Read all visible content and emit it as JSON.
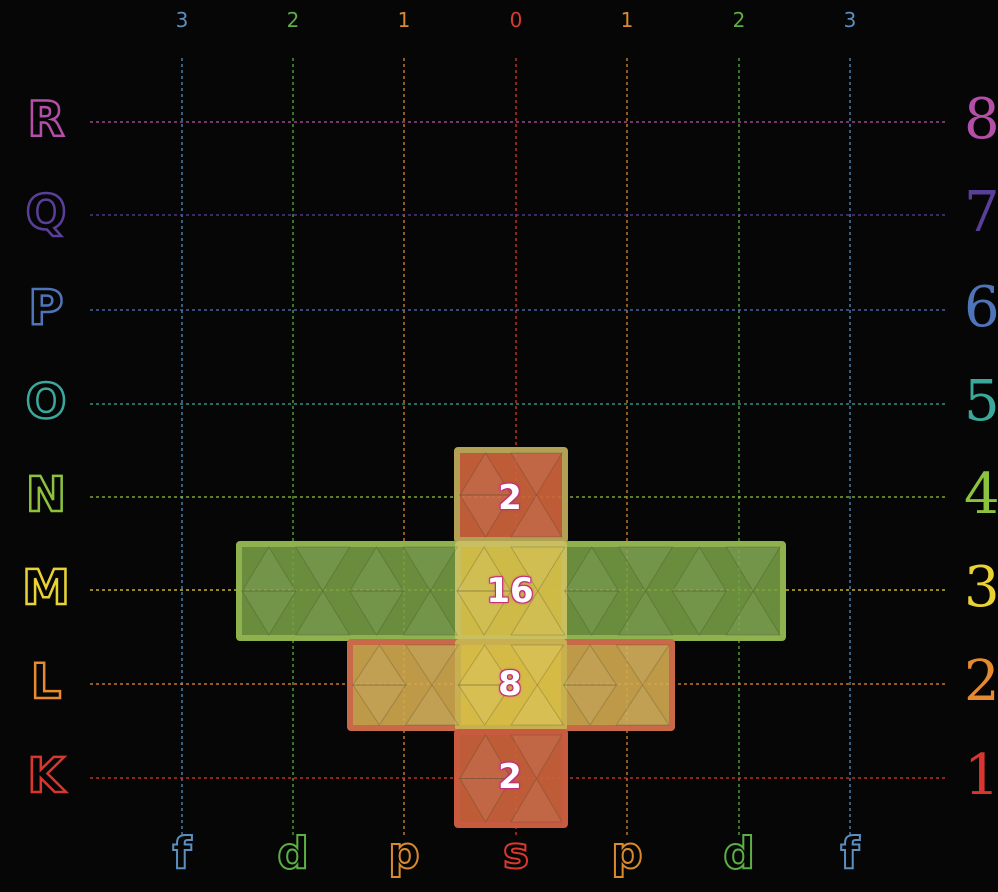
{
  "top_numbers": [
    {
      "label": "3",
      "color": "#5a8fc0"
    },
    {
      "label": "2",
      "color": "#5cae46"
    },
    {
      "label": "1",
      "color": "#d98a2e"
    },
    {
      "label": "0",
      "color": "#d9382e"
    },
    {
      "label": "1",
      "color": "#d98a2e"
    },
    {
      "label": "2",
      "color": "#5cae46"
    },
    {
      "label": "3",
      "color": "#5a8fc0"
    }
  ],
  "bottom_letters": [
    {
      "label": "f",
      "color": "#5a8fc0"
    },
    {
      "label": "d",
      "color": "#5cae46"
    },
    {
      "label": "p",
      "color": "#d98a2e"
    },
    {
      "label": "s",
      "color": "#d9382e"
    },
    {
      "label": "p",
      "color": "#d98a2e"
    },
    {
      "label": "d",
      "color": "#5cae46"
    },
    {
      "label": "f",
      "color": "#5a8fc0"
    }
  ],
  "rows": [
    {
      "letter": "R",
      "number": "8",
      "color": "#b44fa8"
    },
    {
      "letter": "Q",
      "number": "7",
      "color": "#5a3f9a"
    },
    {
      "letter": "P",
      "number": "6",
      "color": "#4f74b8"
    },
    {
      "letter": "O",
      "number": "5",
      "color": "#3aa89a"
    },
    {
      "letter": "N",
      "number": "4",
      "color": "#8cc23e"
    },
    {
      "letter": "M",
      "number": "3",
      "color": "#e8d234"
    },
    {
      "letter": "L",
      "number": "2",
      "color": "#e58a2e"
    },
    {
      "letter": "K",
      "number": "1",
      "color": "#d8362e"
    }
  ],
  "cell_counts": {
    "N": "2",
    "M": "16",
    "L": "8",
    "K": "2"
  }
}
